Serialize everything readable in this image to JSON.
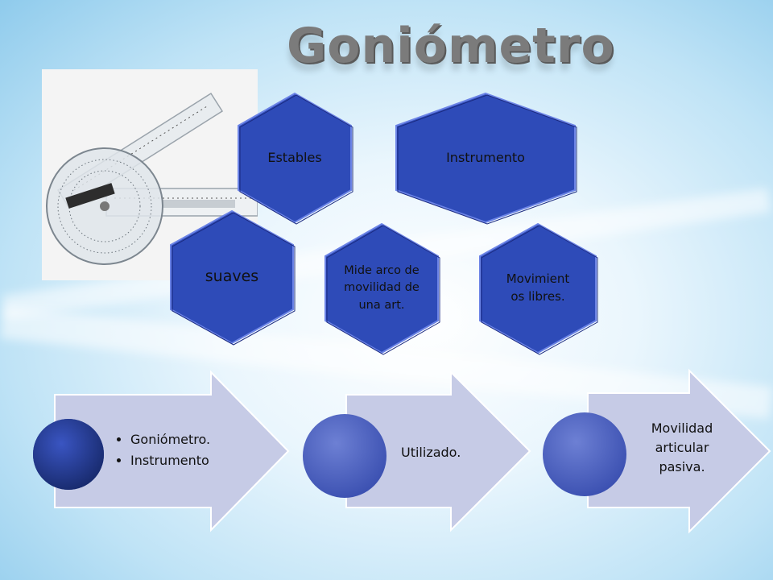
{
  "slide": {
    "title": "Goniómetro"
  },
  "image": {
    "description_icon": "goniometer-photo-icon"
  },
  "hexagons": [
    {
      "name": "hex-estables",
      "label": "Estables"
    },
    {
      "name": "hex-instrumento",
      "label": "Instrumento"
    },
    {
      "name": "hex-suaves",
      "label": "suaves"
    },
    {
      "name": "hex-mide",
      "label": "Mide arco de movilidad de una art."
    },
    {
      "name": "hex-movimientos",
      "label": "Movimient os libres."
    }
  ],
  "arrows": [
    {
      "name": "arrow-goniometro",
      "items": [
        "Goniómetro.",
        "Instrumento"
      ]
    },
    {
      "name": "arrow-utilizado",
      "label": "Utilizado."
    },
    {
      "name": "arrow-movilidad",
      "label": "Movilidad articular pasiva."
    }
  ],
  "colors": {
    "hex_fill": "#2e4bb8",
    "hex_dark": "#1c2d8a",
    "arrow_fill": "#c6cbe6",
    "circle_fill": "#3d51b5"
  }
}
